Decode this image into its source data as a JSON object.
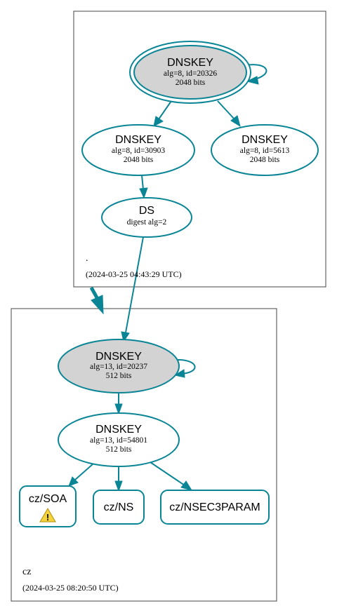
{
  "zones": {
    "root": {
      "name": ".",
      "timestamp": "(2024-03-25 04:43:29 UTC)"
    },
    "cz": {
      "name": "cz",
      "timestamp": "(2024-03-25 08:20:50 UTC)"
    }
  },
  "nodes": {
    "root_ksk": {
      "type": "DNSKEY",
      "line1": "alg=8, id=20326",
      "line2": "2048 bits"
    },
    "root_zsk1": {
      "type": "DNSKEY",
      "line1": "alg=8, id=30903",
      "line2": "2048 bits"
    },
    "root_zsk2": {
      "type": "DNSKEY",
      "line1": "alg=8, id=5613",
      "line2": "2048 bits"
    },
    "root_ds": {
      "type": "DS",
      "line1": "digest alg=2"
    },
    "cz_ksk": {
      "type": "DNSKEY",
      "line1": "alg=13, id=20237",
      "line2": "512 bits"
    },
    "cz_zsk": {
      "type": "DNSKEY",
      "line1": "alg=13, id=54801",
      "line2": "512 bits"
    },
    "cz_soa": {
      "label": "cz/SOA",
      "warning": "!"
    },
    "cz_ns": {
      "label": "cz/NS"
    },
    "cz_nsec3param": {
      "label": "cz/NSEC3PARAM"
    }
  },
  "colors": {
    "edge": "#0a8596",
    "ksk_fill": "#d3d3d3",
    "warning_fill": "#f5d33c"
  }
}
